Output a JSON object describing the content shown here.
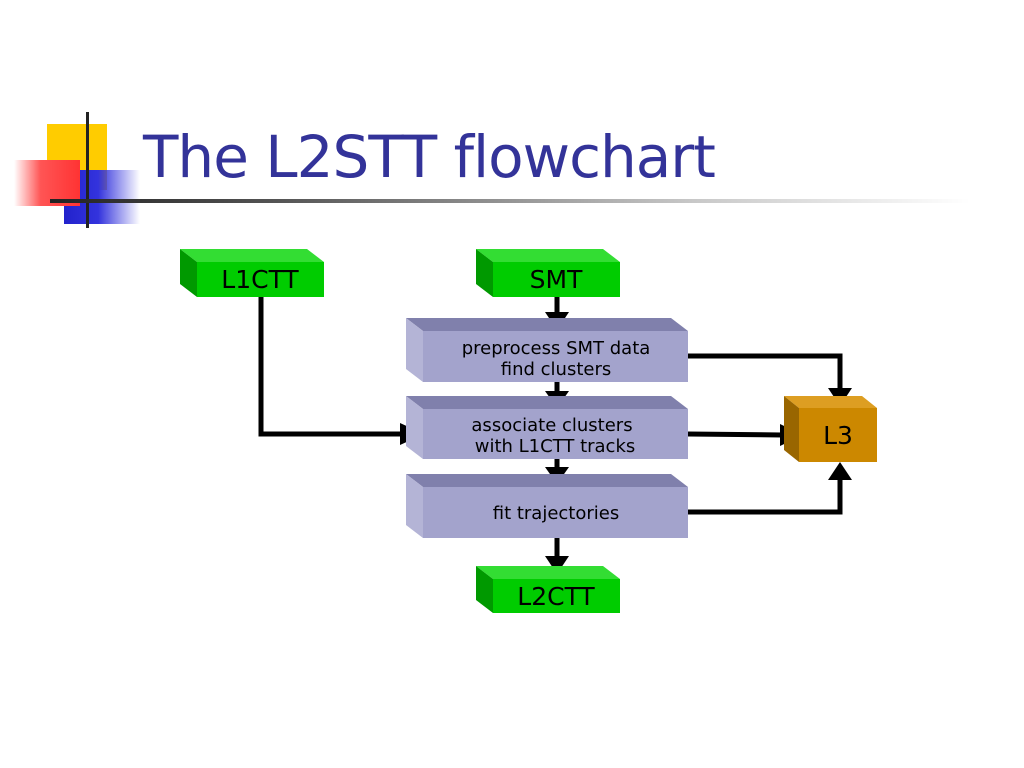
{
  "slide": {
    "title": "The L2STT flowchart"
  },
  "diagram": {
    "nodes": {
      "l1ctt": {
        "label": "L1CTT"
      },
      "smt": {
        "label": "SMT"
      },
      "preprocess": {
        "line1": "preprocess SMT data",
        "line2": "find clusters"
      },
      "associate": {
        "line1": "associate clusters",
        "line2": "with L1CTT tracks"
      },
      "fit": {
        "label": "fit trajectories"
      },
      "l2ctt": {
        "label": "L2CTT"
      },
      "l3": {
        "label": "L3"
      }
    },
    "edges": [
      {
        "from": "SMT",
        "to": "preprocess"
      },
      {
        "from": "preprocess",
        "to": "associate"
      },
      {
        "from": "associate",
        "to": "fit"
      },
      {
        "from": "fit",
        "to": "L2CTT"
      },
      {
        "from": "L1CTT",
        "to": "associate"
      },
      {
        "from": "preprocess",
        "to": "L3"
      },
      {
        "from": "associate",
        "to": "L3"
      },
      {
        "from": "fit",
        "to": "L3"
      }
    ],
    "colors": {
      "green_face": "#00cc00",
      "green_side": "#009900",
      "lavender_face": "#a3a3cc",
      "lavender_top": "#8080ac",
      "lavender_side": "#b4b4d6",
      "gold_face": "#cc8800",
      "gold_side": "#996600",
      "title": "#333399"
    }
  }
}
